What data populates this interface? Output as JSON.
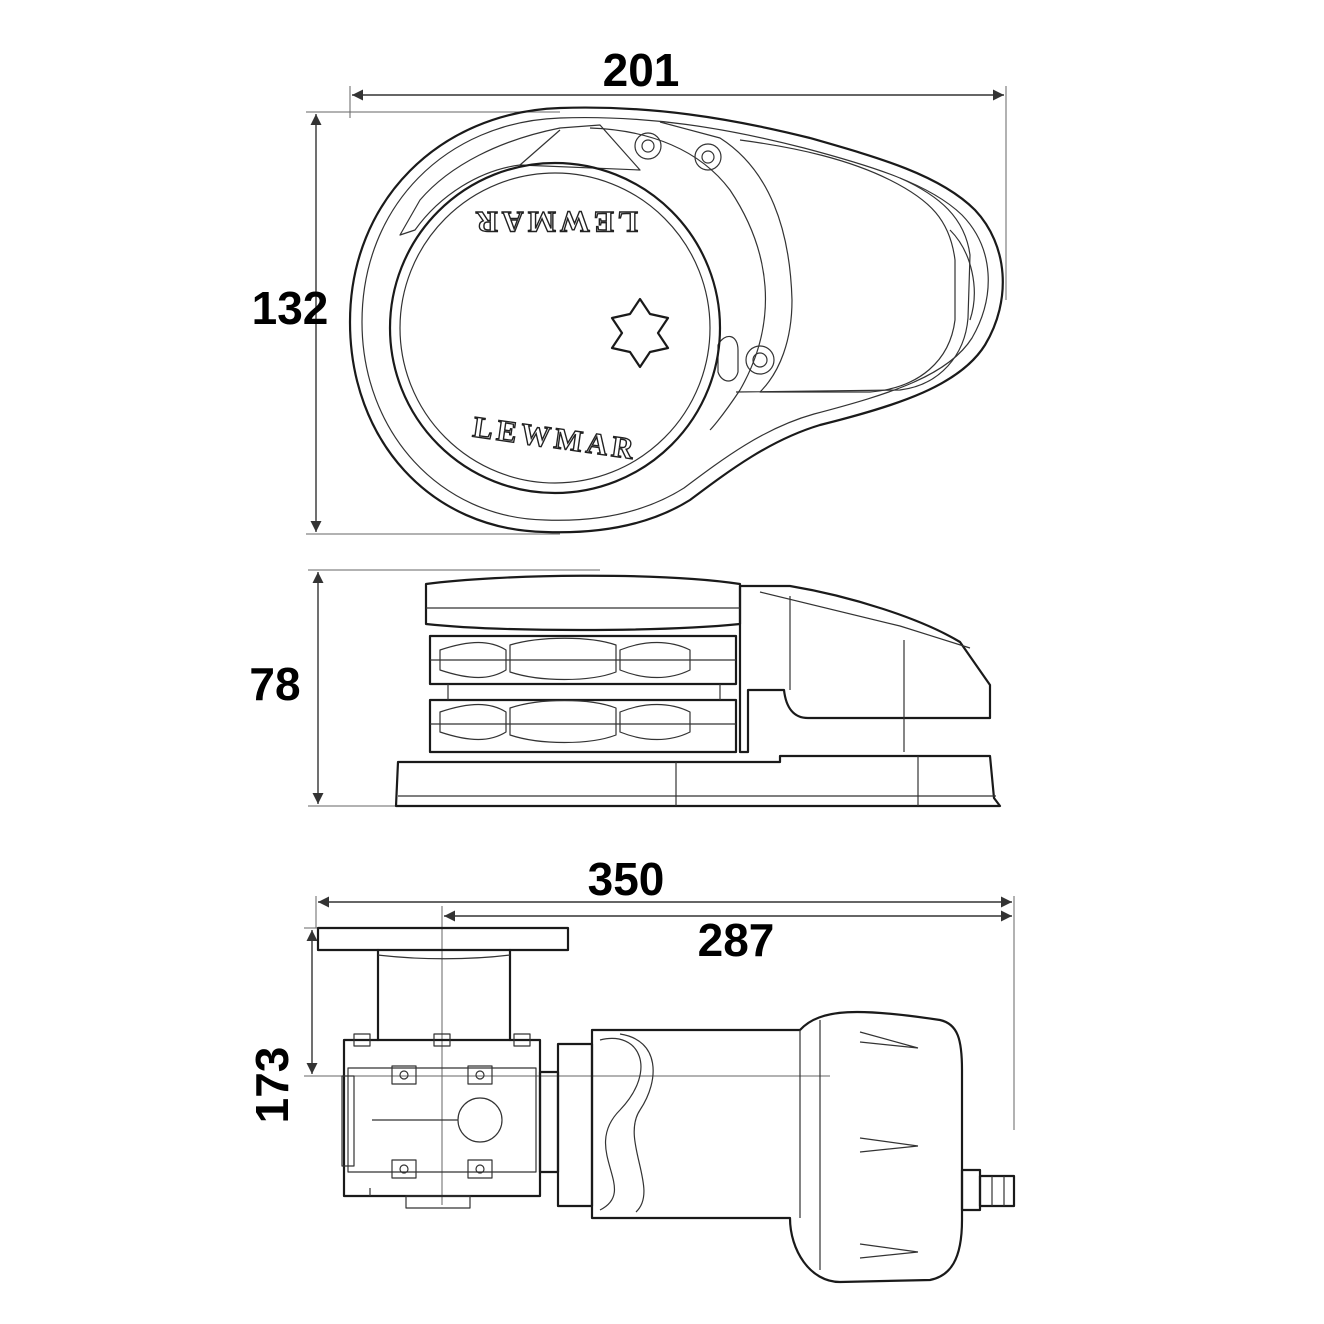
{
  "brand": {
    "name": "LEWMAR"
  },
  "dimensions": {
    "top_width": "201",
    "top_height": "132",
    "side_height": "78",
    "bottom_total_width": "350",
    "bottom_inner_width": "287",
    "bottom_height": "173"
  }
}
